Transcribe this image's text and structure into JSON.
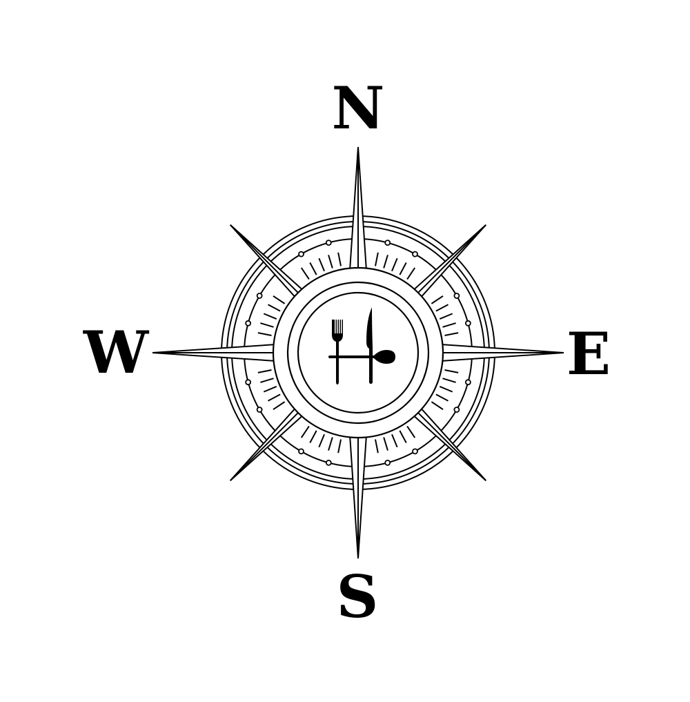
{
  "compass": {
    "north": "N",
    "east": "E",
    "south": "S",
    "west": "W"
  },
  "colors": {
    "ink": "#000000",
    "background": "#ffffff"
  },
  "emblem_icons": [
    "fork-icon",
    "knife-icon",
    "spoon-icon"
  ]
}
